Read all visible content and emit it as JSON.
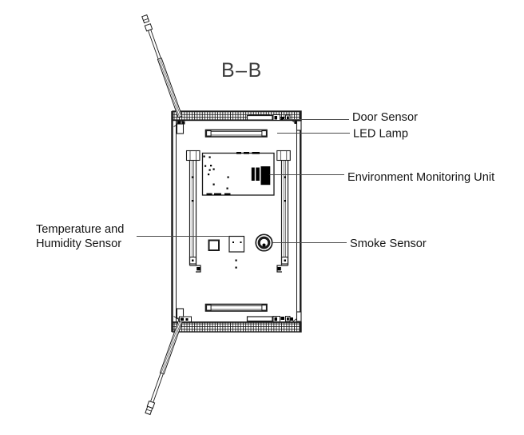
{
  "diagram": {
    "view_label": "B–B",
    "annotations": {
      "door_sensor": "Door Sensor",
      "led_lamp": "LED Lamp",
      "environment_monitoring_unit": "Environment Monitoring Unit",
      "temperature_humidity_line1": "Temperature and",
      "temperature_humidity_line2": "Humidity Sensor",
      "smoke_sensor": "Smoke Sensor"
    },
    "colors": {
      "background": "#ffffff",
      "drawing_line": "#1a1a1a",
      "component_fill": "#000000",
      "leader_line": "#4a4a4a",
      "label_text": "#141414",
      "view_label_text": "#3c3c3c"
    }
  }
}
